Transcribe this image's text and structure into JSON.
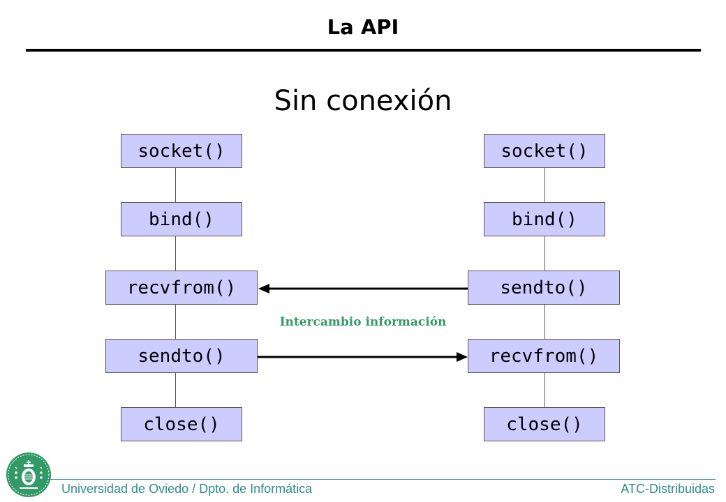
{
  "slide": {
    "title": "La API",
    "subtitle": "Sin  conexión"
  },
  "left_column": [
    "socket()",
    "bind()",
    "recvfrom()",
    "sendto()",
    "close()"
  ],
  "right_column": [
    "socket()",
    "bind()",
    "sendto()",
    "recvfrom()",
    "close()"
  ],
  "exchange_label": "Intercambio información",
  "footer": {
    "left": "Universidad de Oviedo / Dpto. de Informática",
    "right": "ATC-Distribuidas"
  },
  "colors": {
    "box_fill": "#ccccff",
    "accent_green": "#339966",
    "footer_teal": "#2e8b8b"
  }
}
